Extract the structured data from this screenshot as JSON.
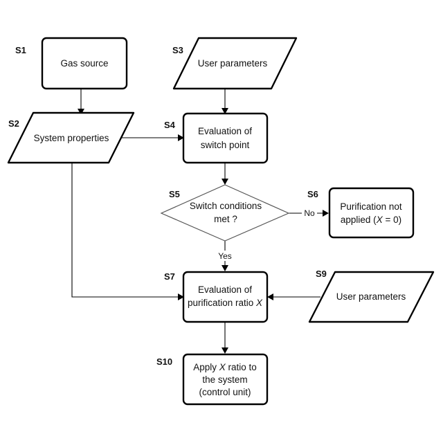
{
  "steps": {
    "s1": "S1",
    "s2": "S2",
    "s3": "S3",
    "s4": "S4",
    "s5": "S5",
    "s6": "S6",
    "s7": "S7",
    "s9": "S9",
    "s10": "S10"
  },
  "nodes": {
    "gas_source": "Gas source",
    "system_properties": "System properties",
    "user_parameters_top": "User parameters",
    "evaluation_switch": {
      "line1": "Evaluation of",
      "line2": "switch point"
    },
    "switch_conditions": {
      "line1": "Switch conditions",
      "line2": "met ?"
    },
    "purification_not_applied": {
      "line1": "Purification not",
      "line2a": "applied (",
      "var": "X",
      "line2b": " = 0)"
    },
    "evaluation_ratio": {
      "line1": "Evaluation of",
      "line2": "purification ratio ",
      "var": "X"
    },
    "user_parameters_right": "User parameters",
    "apply_ratio": {
      "line1a": "Apply ",
      "var": "X",
      "line1b": " ratio to",
      "line2": "the system",
      "line3": "(control unit)"
    }
  },
  "edge_labels": {
    "no": "No",
    "yes": "Yes"
  }
}
